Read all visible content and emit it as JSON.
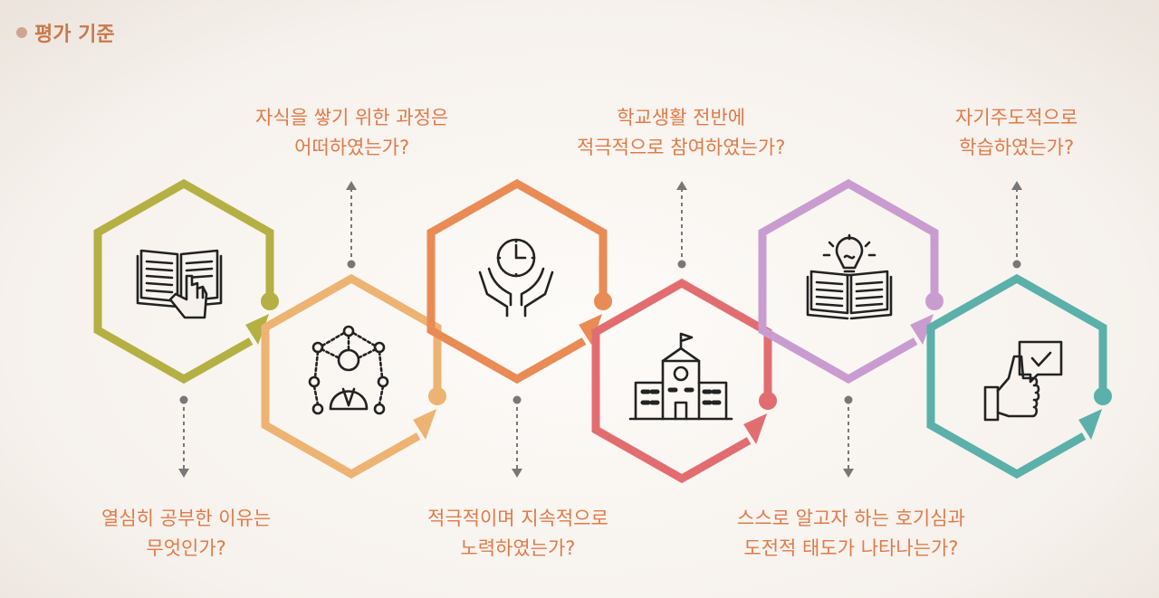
{
  "header": {
    "title": "평가 기준"
  },
  "colors": {
    "olive": "#b4b043",
    "peach": "#edb373",
    "orange": "#e98b55",
    "red": "#e26d71",
    "violet": "#c99cd0",
    "teal": "#5bb0aa",
    "connector": "#777777",
    "text": "#e07a48"
  },
  "steps": [
    {
      "icon": "book-hand-icon",
      "label_lines": [
        "열심히 공부한 이유는",
        "무엇인가?"
      ]
    },
    {
      "icon": "person-network-icon",
      "label_lines": [
        "자식을 쌓기 위한 과정은",
        "어떠하였는가?"
      ]
    },
    {
      "icon": "hands-clock-icon",
      "label_lines": [
        "적극적이며 지속적으로",
        "노력하였는가?"
      ]
    },
    {
      "icon": "school-building-icon",
      "label_lines": [
        "학교생활 전반에",
        "적극적으로 참여하였는가?"
      ]
    },
    {
      "icon": "book-lightbulb-icon",
      "label_lines": [
        "스스로 알고자 하는 호기심과",
        "도전적 태도가 나타나는가?"
      ]
    },
    {
      "icon": "thumbs-up-check-icon",
      "label_lines": [
        "자기주도적으로",
        "학습하였는가?"
      ]
    }
  ]
}
